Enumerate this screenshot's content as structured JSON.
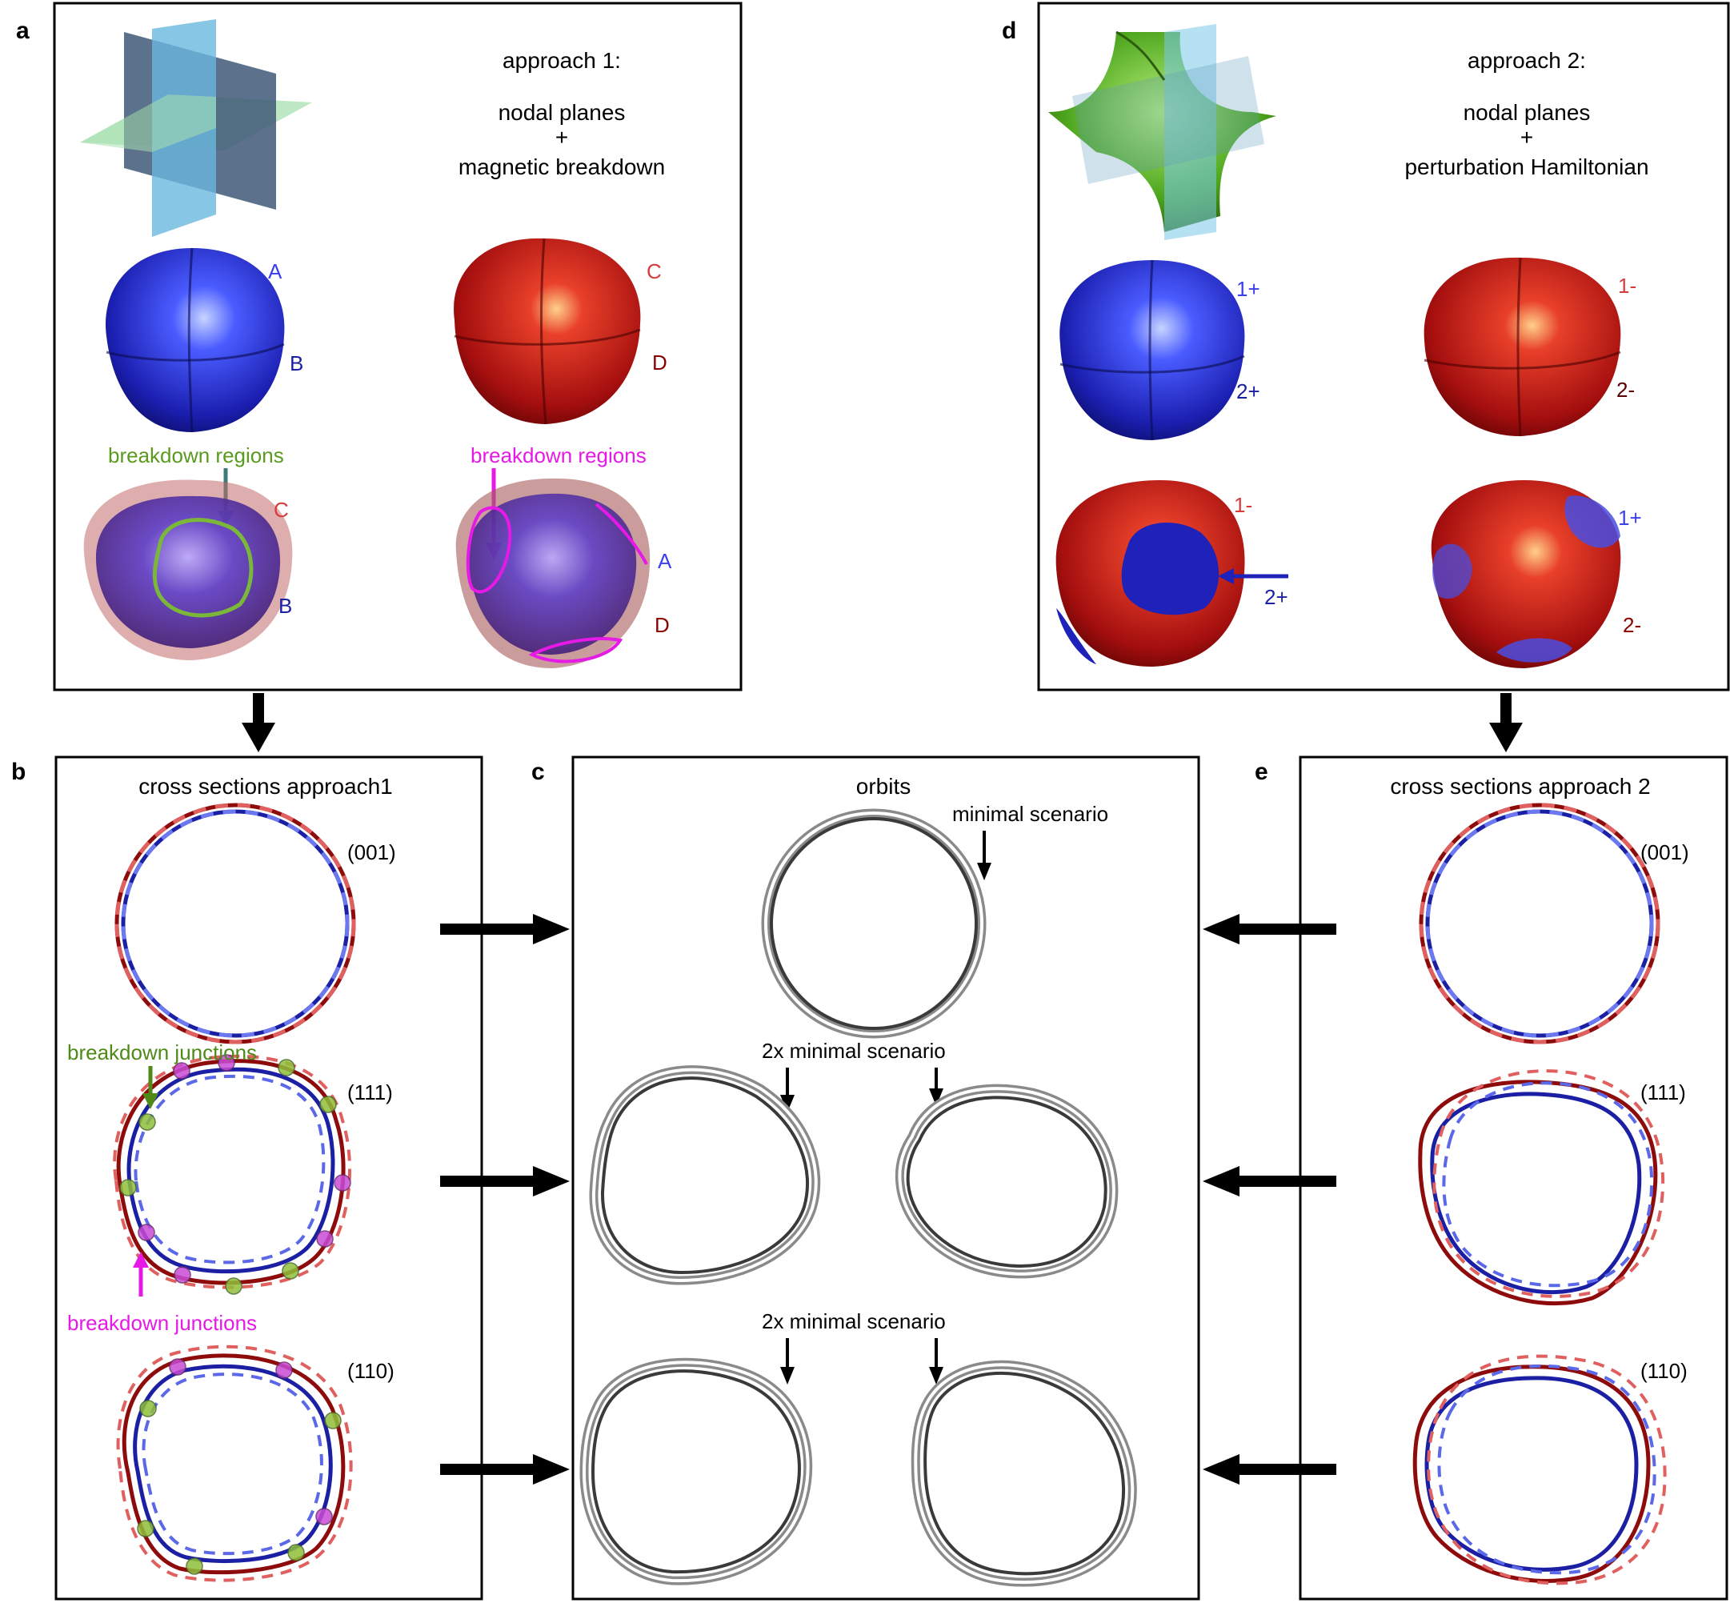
{
  "panel_labels": {
    "a": "a",
    "b": "b",
    "c": "c",
    "d": "d",
    "e": "e"
  },
  "panel_a": {
    "title_line1": "approach 1:",
    "title_line2": "nodal planes",
    "title_line3": "+",
    "title_line4": "magnetic breakdown",
    "sheet_labels": {
      "a1": "A",
      "b1": "B",
      "c1": "C",
      "d1": "D",
      "c2": "C",
      "b2": "B",
      "a2": "A",
      "d2": "D"
    },
    "breakdown_green": "breakdown regions",
    "breakdown_magenta": "breakdown regions"
  },
  "panel_d": {
    "title_line1": "approach 2:",
    "title_line2": "nodal planes",
    "title_line3": "+",
    "title_line4": "perturbation Hamiltonian",
    "sheet_labels": {
      "l1p": "1+",
      "l2p": "2+",
      "l1m": "1-",
      "l2m": "2-",
      "l1m_b": "1-",
      "l2p_b": "2+",
      "l1p_b": "1+",
      "l2m_b": "2-"
    }
  },
  "panel_b": {
    "title": "cross sections approach1",
    "planes": [
      "(001)",
      "(111)",
      "(110)"
    ],
    "junctions_green": "breakdown junctions",
    "junctions_magenta": "breakdown junctions"
  },
  "panel_c": {
    "title": "orbits",
    "minimal": "minimal scenario",
    "double1": "2x minimal scenario",
    "double2": "2x minimal scenario"
  },
  "panel_e": {
    "title": "cross sections approach 2",
    "planes": [
      "(001)",
      "(111)",
      "(110)"
    ]
  },
  "colors": {
    "blue_solid": "#1b1fa3",
    "blue_dashed": "#5b68e8",
    "red_solid": "#8e0b0b",
    "red_dashed": "#e06060",
    "label_blue": "#3a3ff0",
    "label_red": "#d93b3b",
    "label_darkred": "#8b0000",
    "green": "#5a9a1e",
    "magenta": "#e619e6"
  }
}
